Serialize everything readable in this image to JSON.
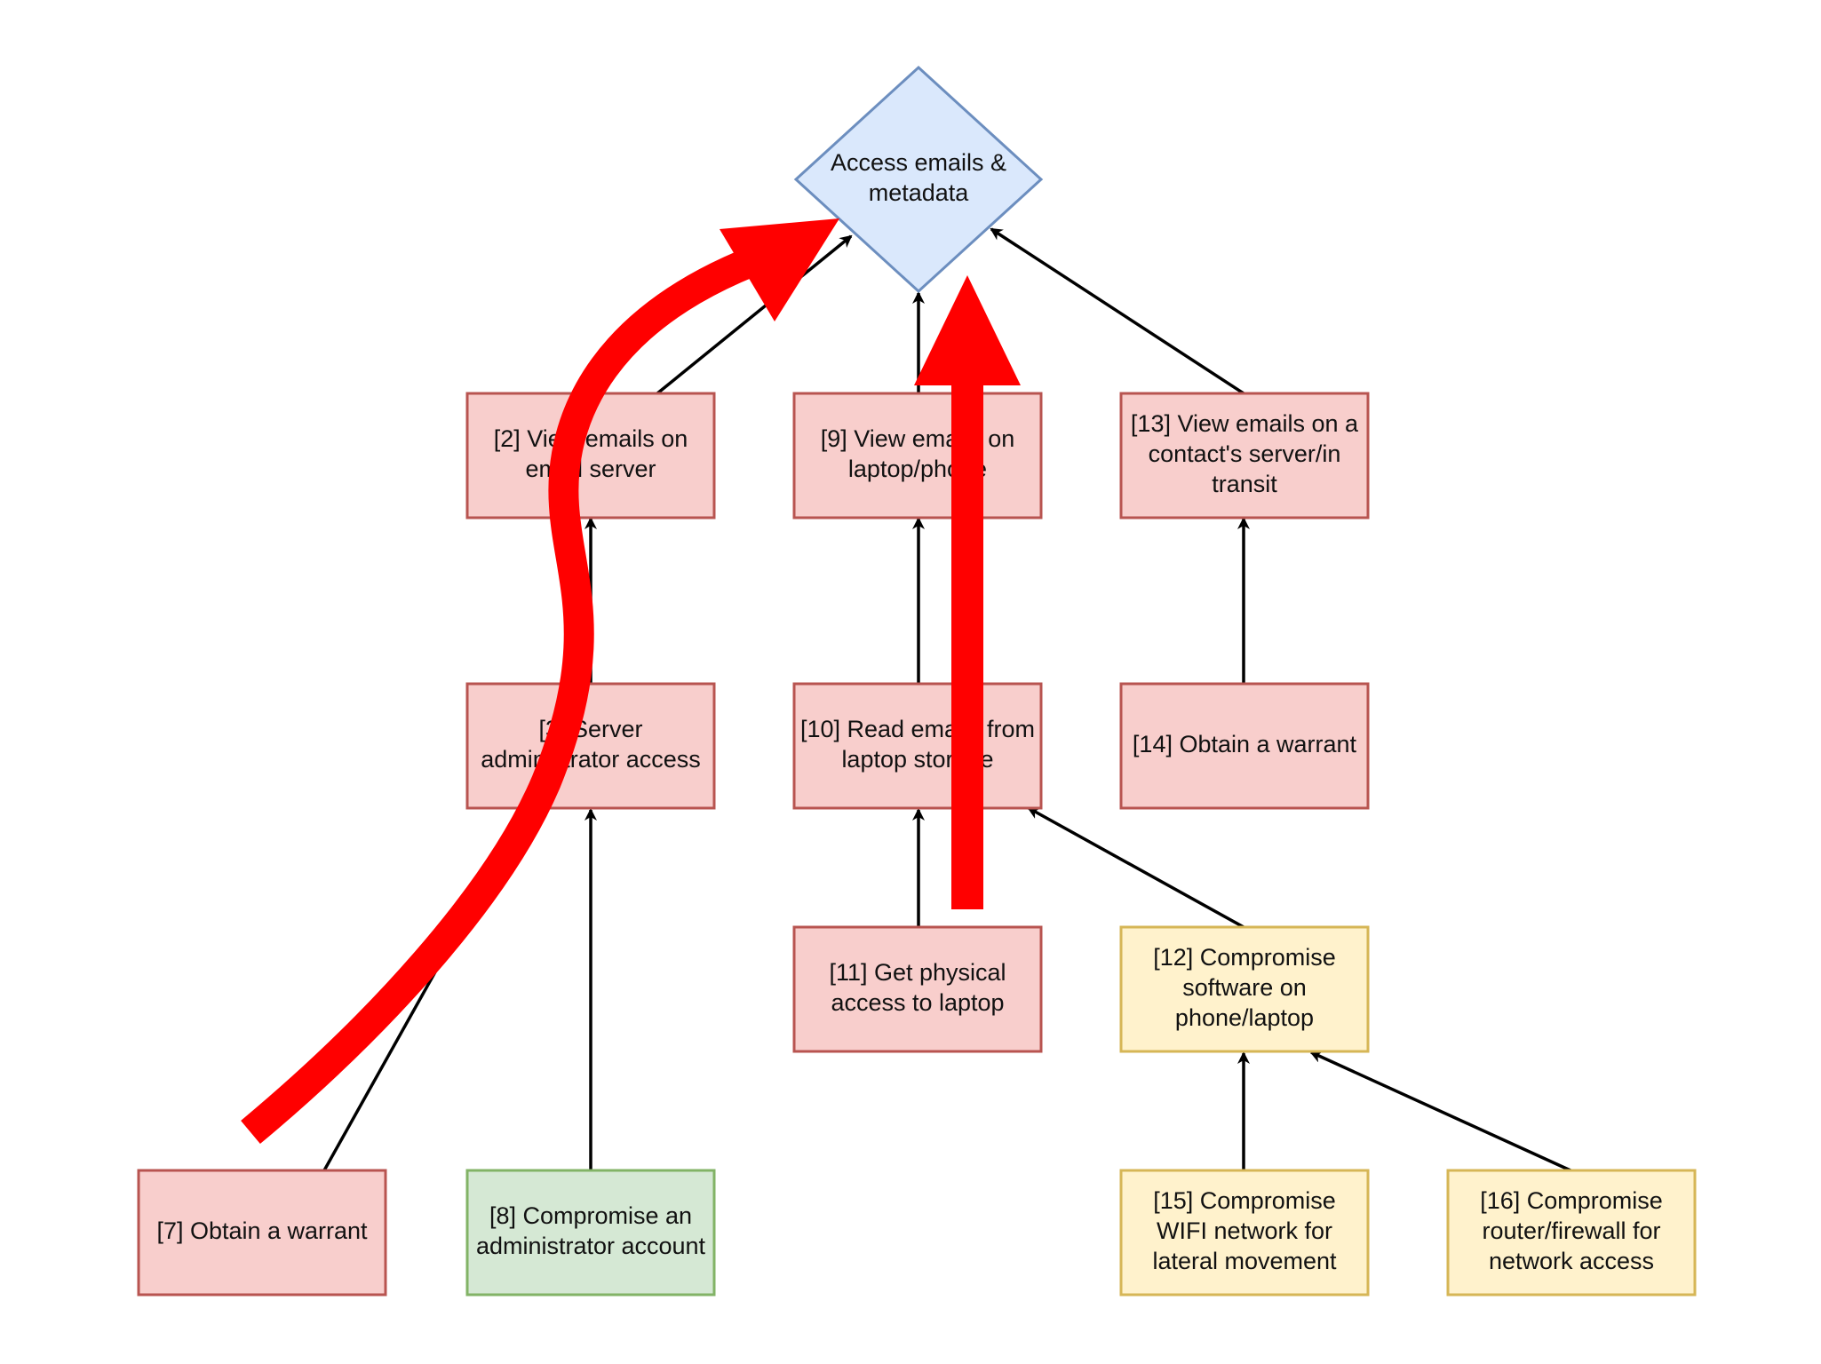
{
  "colors": {
    "red_fill": "#f8cecc",
    "red_stroke": "#b85450",
    "green_fill": "#d5e8d4",
    "green_stroke": "#82b366",
    "yellow_fill": "#fff2cc",
    "yellow_stroke": "#d6b656",
    "blue_fill": "#dae8fc",
    "blue_stroke": "#6c8ebf",
    "edge": "#000000",
    "highlight": "#ff0000"
  },
  "nodes": {
    "goal": {
      "lines": [
        "Access emails &",
        "metadata"
      ],
      "style": "blue"
    },
    "n2": {
      "lines": [
        "[2] View emails on",
        "email server"
      ],
      "style": "red"
    },
    "n3": {
      "lines": [
        "[3] Server",
        "administrator access"
      ],
      "style": "red"
    },
    "n7": {
      "lines": [
        "[7] Obtain a warrant"
      ],
      "style": "red"
    },
    "n8": {
      "lines": [
        "[8] Compromise an",
        "administrator account"
      ],
      "style": "green"
    },
    "n9": {
      "lines": [
        "[9] View emails on",
        "laptop/phone"
      ],
      "style": "red"
    },
    "n10": {
      "lines": [
        "[10] Read emails from",
        "laptop storage"
      ],
      "style": "red"
    },
    "n11": {
      "lines": [
        "[11] Get physical",
        "access to laptop"
      ],
      "style": "red"
    },
    "n12": {
      "lines": [
        "[12] Compromise",
        "software on",
        "phone/laptop"
      ],
      "style": "yellow"
    },
    "n13": {
      "lines": [
        "[13] View emails on a",
        "contact's server/in",
        "transit"
      ],
      "style": "red"
    },
    "n14": {
      "lines": [
        "[14] Obtain a warrant"
      ],
      "style": "red"
    },
    "n15": {
      "lines": [
        "[15] Compromise",
        "WIFI network for",
        "lateral movement"
      ],
      "style": "yellow"
    },
    "n16": {
      "lines": [
        "[16] Compromise",
        "router/firewall for",
        "network access"
      ],
      "style": "yellow"
    }
  },
  "edges": [
    {
      "from": "n2",
      "to": "goal"
    },
    {
      "from": "n9",
      "to": "goal"
    },
    {
      "from": "n13",
      "to": "goal"
    },
    {
      "from": "n3",
      "to": "n2"
    },
    {
      "from": "n7",
      "to": "n3"
    },
    {
      "from": "n8",
      "to": "n3"
    },
    {
      "from": "n10",
      "to": "n9"
    },
    {
      "from": "n11",
      "to": "n10"
    },
    {
      "from": "n12",
      "to": "n10"
    },
    {
      "from": "n14",
      "to": "n13"
    },
    {
      "from": "n15",
      "to": "n12"
    },
    {
      "from": "n16",
      "to": "n12"
    }
  ],
  "highlights": [
    {
      "name": "curved-attack-path-arrow",
      "from": "n7",
      "to": "goal"
    },
    {
      "name": "straight-attack-path-arrow",
      "from": "n10",
      "to": "goal"
    }
  ]
}
